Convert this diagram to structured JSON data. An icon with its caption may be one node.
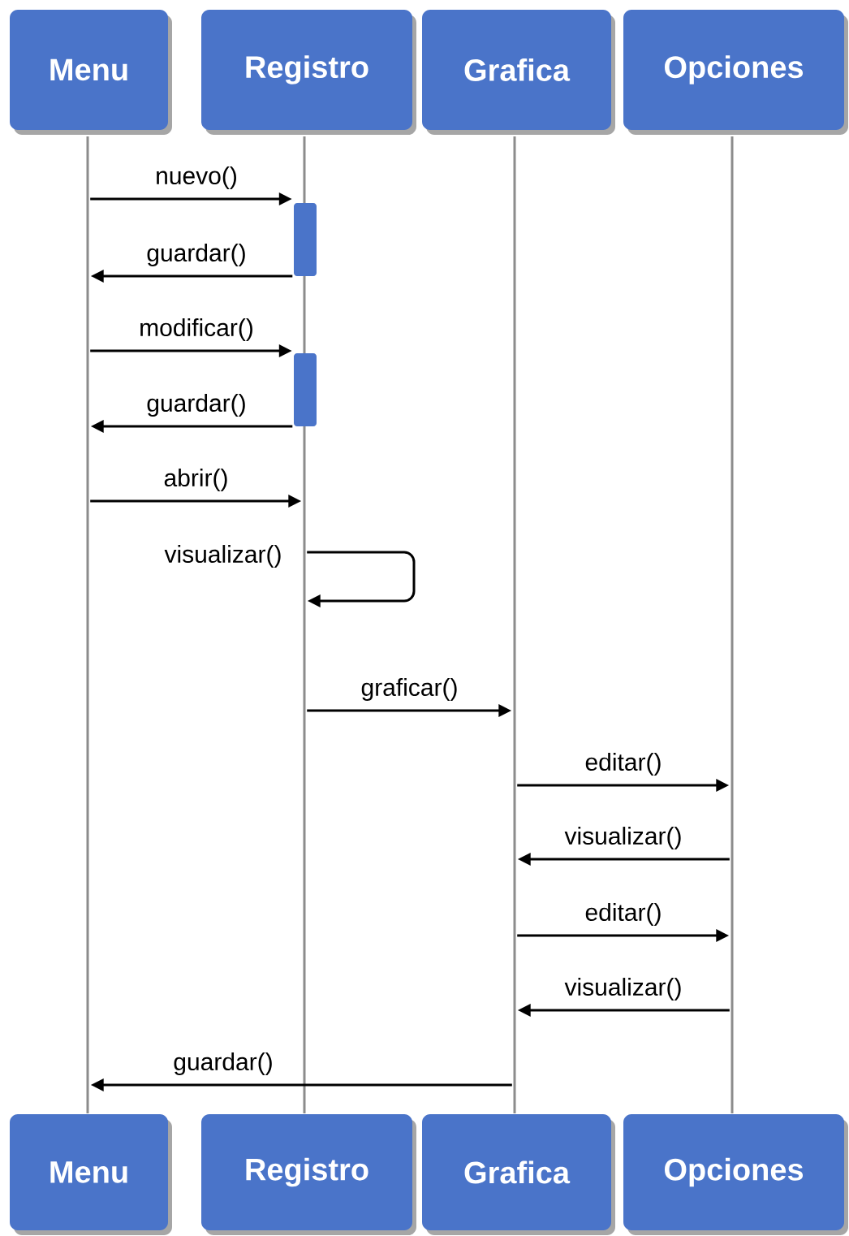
{
  "diagram": {
    "nodes": [
      {
        "text": [
          "Menu"
        ]
      },
      {
        "text": [
          "Registro"
        ]
      },
      {
        "text": [
          "Grafica"
        ]
      },
      {
        "text": [
          "Opciones"
        ]
      },
      {
        "text": [
          "Menu"
        ]
      },
      {
        "text": [
          "Registro"
        ]
      },
      {
        "text": [
          "Grafica"
        ]
      },
      {
        "text": [
          "Opciones"
        ]
      },
      {
        "text": [],
        "shape": "line"
      },
      {
        "text": [],
        "shape": "line"
      },
      {
        "text": [],
        "shape": "line"
      },
      {
        "text": [],
        "shape": "line"
      },
      {
        "text": [],
        "shape": "bar"
      },
      {
        "text": [],
        "shape": "bar"
      }
    ],
    "edges": [
      {
        "from": 8,
        "to": 12,
        "arrow": "to",
        "label": "nuevo()"
      },
      {
        "from": 12,
        "to": 8,
        "arrow": "to",
        "label": "guardar()"
      },
      {
        "from": 8,
        "to": 13,
        "arrow": "to",
        "label": "modificar()"
      },
      {
        "from": 13,
        "to": 8,
        "arrow": "to",
        "label": "guardar()"
      },
      {
        "from": 8,
        "to": 9,
        "arrow": "to",
        "label": "abrir()"
      },
      {
        "from": 9,
        "to": 9,
        "arrow": "to",
        "label": "visualizar()"
      },
      {
        "from": 9,
        "to": 10,
        "arrow": "to",
        "label": "graficar()"
      },
      {
        "from": 10,
        "to": 11,
        "arrow": "to",
        "label": "editar()"
      },
      {
        "from": 11,
        "to": 10,
        "arrow": "to",
        "label": "visualizar()"
      },
      {
        "from": 10,
        "to": 11,
        "arrow": "to",
        "label": "editar()"
      },
      {
        "from": 11,
        "to": 10,
        "arrow": "to",
        "label": "visualizar()"
      },
      {
        "from": 10,
        "to": 8,
        "arrow": "to",
        "label": "guardar()"
      }
    ]
  }
}
